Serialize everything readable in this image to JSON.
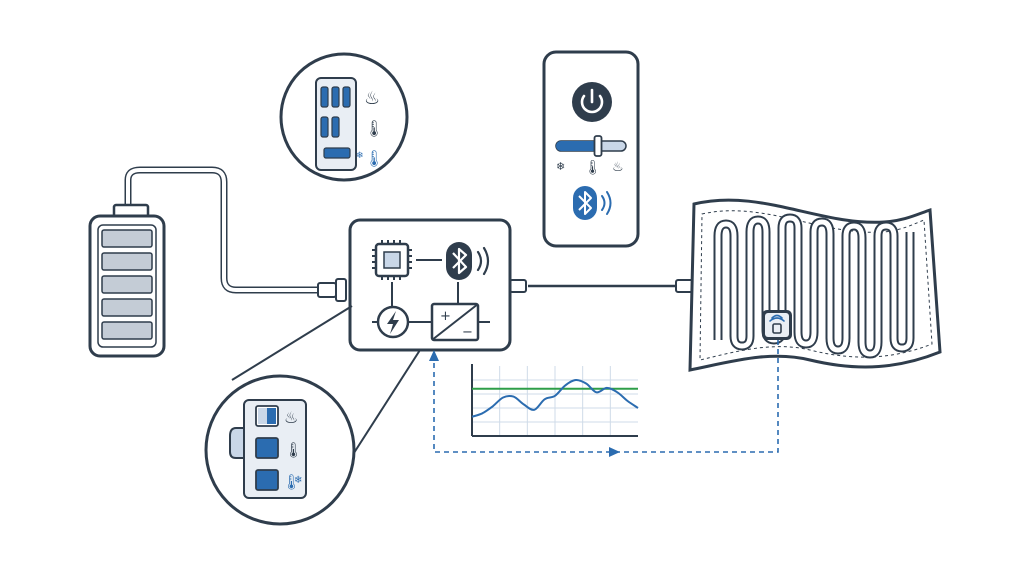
{
  "colors": {
    "outline": "#2f3d4c",
    "accent_blue": "#2b6cb0",
    "light_blue": "#c9d7e8",
    "pale_fill": "#e9eef4",
    "battery_cell": "#c4ccd6",
    "chart_green": "#2e9e48",
    "chart_grid": "#cfdbe8",
    "white": "#ffffff"
  },
  "glyphs": {
    "heat": "♨",
    "thermometer": "🌡",
    "snowflake": "❄",
    "bolt": "⚡",
    "plus": "+",
    "minus": "−"
  },
  "icons": [
    "battery-pack-icon",
    "usb-plug-icon",
    "cpu-chip-icon",
    "bluetooth-icon",
    "lightning-icon",
    "dc-dc-converter-icon",
    "power-icon",
    "snowflake-icon",
    "thermometer-icon",
    "heat-waves-icon",
    "wireless-sensor-icon"
  ],
  "phone": {
    "slider_level": 0.6
  },
  "chart_data": {
    "type": "line",
    "title": "",
    "xlabel": "",
    "ylabel": "",
    "x": [
      0,
      1,
      2,
      3,
      4,
      5,
      6,
      7,
      8,
      9,
      10,
      11,
      12,
      13,
      14,
      15,
      16
    ],
    "series": [
      {
        "values": [
          22,
          26,
          34,
          44,
          45,
          36,
          30,
          42,
          46,
          58,
          64,
          60,
          50,
          55,
          50,
          40,
          32
        ]
      }
    ],
    "threshold": 54,
    "ylim": [
      0,
      80
    ],
    "grid": true
  }
}
